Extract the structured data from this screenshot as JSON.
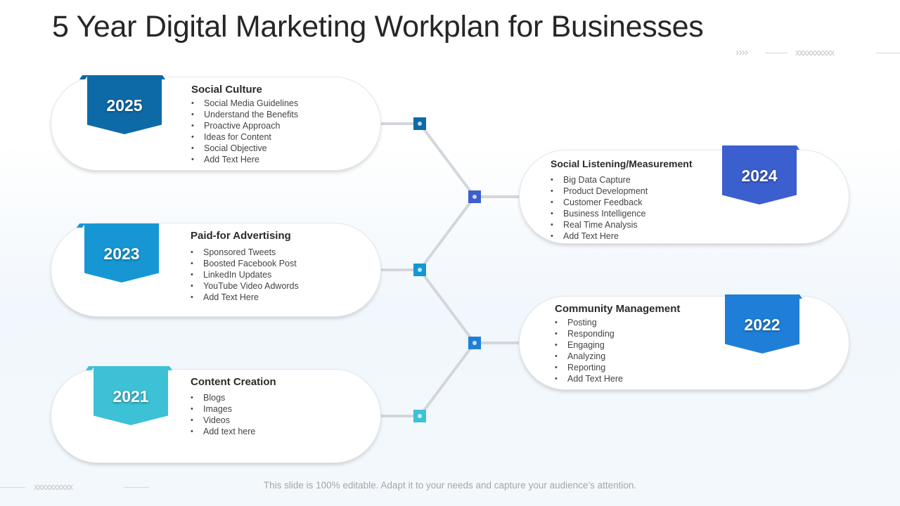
{
  "title": "5 Year Digital Marketing Workplan for Businesses",
  "footer": "This slide is 100% editable. Adapt it to your needs and capture your audience’s attention.",
  "decor": {
    "top_arrows": "››››",
    "top_marks": "xxxxxxxxxx",
    "bottom_marks": "xxxxxxxxxx"
  },
  "colors": {
    "2025": "#0e6aa6",
    "2024": "#3b5fcf",
    "2023": "#1697d4",
    "2022": "#1f7fd8",
    "2021": "#3dc1d6",
    "connector": "#d3d6da"
  },
  "stages": {
    "s2025": {
      "year": "2025",
      "heading": "Social Culture",
      "items": [
        "Social Media Guidelines",
        "Understand the Benefits",
        "Proactive Approach",
        "Ideas for Content",
        "Social Objective",
        "Add Text Here"
      ]
    },
    "s2024": {
      "year": "2024",
      "heading": "Social Listening/Measurement",
      "items": [
        "Big Data Capture",
        "Product Development",
        "Customer Feedback",
        "Business Intelligence",
        "Real Time Analysis",
        "Add Text Here"
      ]
    },
    "s2023": {
      "year": "2023",
      "heading": "Paid-for Advertising",
      "items": [
        "Sponsored Tweets",
        "Boosted Facebook Post",
        "LinkedIn Updates",
        "YouTube Video Adwords",
        "Add Text Here"
      ]
    },
    "s2022": {
      "year": "2022",
      "heading": "Community Management",
      "items": [
        "Posting",
        "Responding",
        "Engaging",
        "Analyzing",
        "Reporting",
        "Add Text Here"
      ]
    },
    "s2021": {
      "year": "2021",
      "heading": "Content Creation",
      "items": [
        "Blogs",
        "Images",
        "Videos",
        "Add text here"
      ]
    }
  }
}
